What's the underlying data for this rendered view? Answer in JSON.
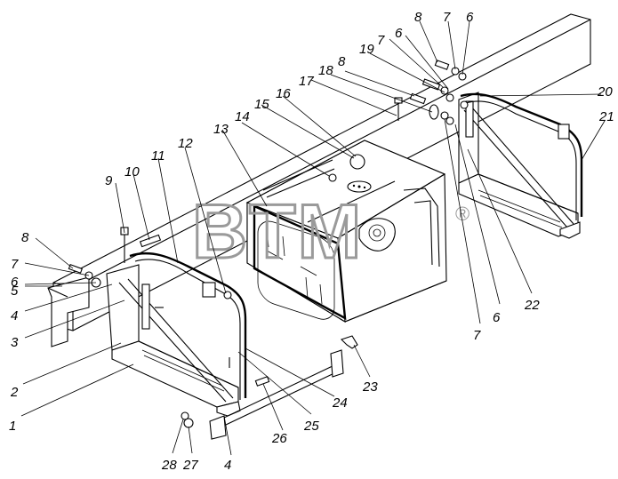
{
  "watermark": {
    "text": "BTM",
    "registered": "®"
  },
  "callouts": [
    {
      "id": "c1",
      "label": "1"
    },
    {
      "id": "c2",
      "label": "2"
    },
    {
      "id": "c3",
      "label": "3"
    },
    {
      "id": "c4a",
      "label": "4"
    },
    {
      "id": "c4b",
      "label": "4"
    },
    {
      "id": "c5",
      "label": "5"
    },
    {
      "id": "c6a",
      "label": "6"
    },
    {
      "id": "c6b",
      "label": "6"
    },
    {
      "id": "c6c",
      "label": "6"
    },
    {
      "id": "c6d",
      "label": "6"
    },
    {
      "id": "c7a",
      "label": "7"
    },
    {
      "id": "c7b",
      "label": "7"
    },
    {
      "id": "c7c",
      "label": "7"
    },
    {
      "id": "c7d",
      "label": "7"
    },
    {
      "id": "c8a",
      "label": "8"
    },
    {
      "id": "c8b",
      "label": "8"
    },
    {
      "id": "c8c",
      "label": "8"
    },
    {
      "id": "c9",
      "label": "9"
    },
    {
      "id": "c10",
      "label": "10"
    },
    {
      "id": "c11",
      "label": "11"
    },
    {
      "id": "c12",
      "label": "12"
    },
    {
      "id": "c13",
      "label": "13"
    },
    {
      "id": "c14",
      "label": "14"
    },
    {
      "id": "c15",
      "label": "15"
    },
    {
      "id": "c16",
      "label": "16"
    },
    {
      "id": "c17",
      "label": "17"
    },
    {
      "id": "c18",
      "label": "18"
    },
    {
      "id": "c19",
      "label": "19"
    },
    {
      "id": "c20",
      "label": "20"
    },
    {
      "id": "c21",
      "label": "21"
    },
    {
      "id": "c22",
      "label": "22"
    },
    {
      "id": "c23",
      "label": "23"
    },
    {
      "id": "c24",
      "label": "24"
    },
    {
      "id": "c25",
      "label": "25"
    },
    {
      "id": "c26",
      "label": "26"
    },
    {
      "id": "c27",
      "label": "27"
    },
    {
      "id": "c28",
      "label": "28"
    }
  ]
}
